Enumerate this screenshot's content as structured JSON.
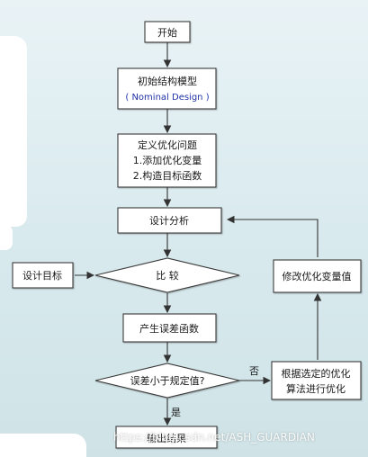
{
  "nodes": {
    "start": "开始",
    "init_model": "初始结构模型",
    "init_model_sub": "( Nominal Design )",
    "define_problem_l1": "定义优化问题",
    "define_problem_l2": "1.添加优化变量",
    "define_problem_l3": "2.构造目标函数",
    "design_analysis": "设计分析",
    "design_target": "设计目标",
    "compare": "比  较",
    "modify_vars": "修改优化变量值",
    "error_func": "产生误差函数",
    "error_check": "误差小于规定值?",
    "optimize_l1": "根据选定的优化",
    "optimize_l2": "算法进行优化",
    "output": "输出结果"
  },
  "edges": {
    "yes_label": "是",
    "no_label": "否"
  },
  "watermark": "https://blog.csdn.net/ASH_GUARDIAN",
  "colors": {
    "box_fill": "#ffffff",
    "box_stroke": "#3a3a3a",
    "arrow": "#333333",
    "accent_text": "#2233aa",
    "background": "#dcebef"
  }
}
